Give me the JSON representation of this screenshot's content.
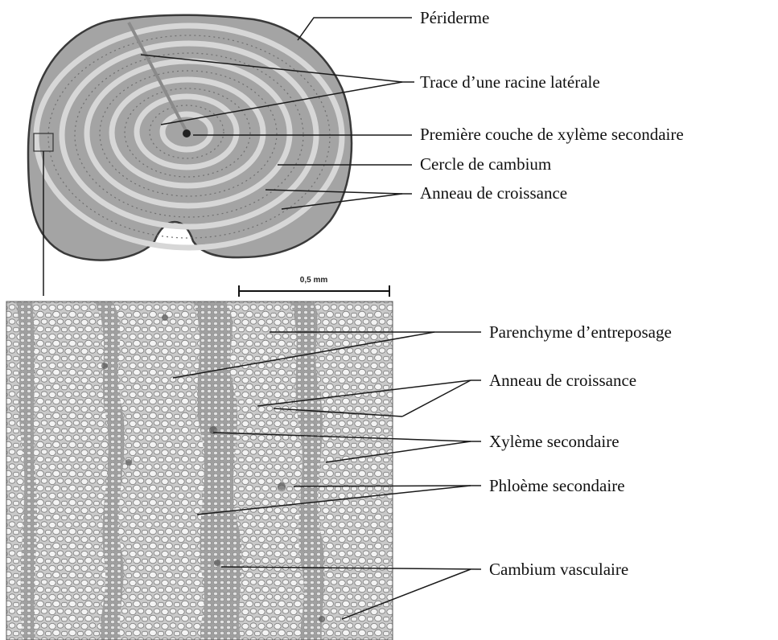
{
  "top_labels": {
    "periderme": "Périderme",
    "trace_racine": "Trace d’une racine latérale",
    "premiere_couche": "Première couche de xylème secondaire",
    "cercle_cambium": "Cercle de cambium",
    "anneau_top": "Anneau de croissance"
  },
  "scale_bar": {
    "text": "0,5 mm"
  },
  "bottom_labels": {
    "parenchyme": "Parenchyme d’entreposage",
    "anneau_bottom": "Anneau de croissance",
    "xyleme": "Xylème secondaire",
    "phloeme": "Phloème secondaire",
    "cambium_vasc": "Cambium vasculaire"
  }
}
